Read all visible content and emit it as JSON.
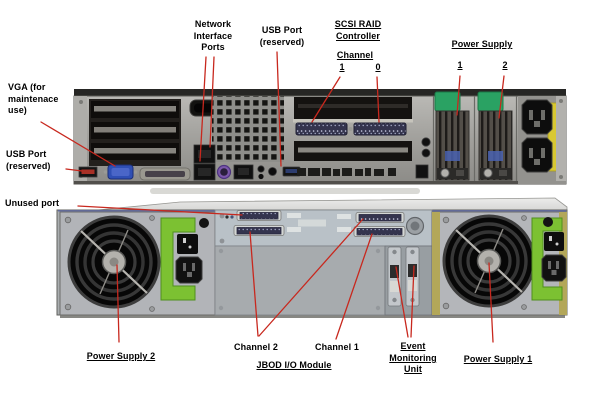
{
  "figure": {
    "type": "hardware-rear-panel-callout-diagram",
    "units": [
      "server-rear-panel",
      "jbod-enclosure-rear-panel"
    ]
  },
  "labels": {
    "network_interface_ports": "Network\nInterface\nPorts",
    "usb_port_reserved_top": "USB Port\n(reserved)",
    "scsi_raid_controller": "SCSI RAID\nController",
    "channel_word": "Channel",
    "channel_num_1": "1",
    "channel_num_0": "0",
    "power_supply": "Power Supply",
    "power_supply_num_1": "1",
    "power_supply_num_2": "2",
    "vga": "VGA (for\nmaintenace\nuse)",
    "usb_port_reserved_left": "USB Port\n(reserved)",
    "unused_port": "Unused port",
    "power_supply_2": "Power Supply 2",
    "channel_2": "Channel 2",
    "jbod_io_module": "JBOD I/O Module",
    "channel_1": "Channel 1",
    "event_monitoring_unit": "Event\nMonitoring\nUnit",
    "power_supply_1": "Power Supply 1"
  },
  "components": {
    "server_rear": [
      "expansion-slots",
      "usb-port",
      "vga-port",
      "parallel-connector",
      "serial-d-sub",
      "vent-grid",
      "network-ports",
      "ps2-port",
      "management-port",
      "usb-port-reserved",
      "scsi-raid-card",
      "channel-1-connector",
      "channel-0-connector",
      "power-supply-module-1",
      "power-supply-module-2",
      "ac-inlets",
      "yellow-strip"
    ],
    "jbod_rear": [
      "power-supply-2-fan",
      "release-lever",
      "power-switch",
      "ac-inlet",
      "io-module-connectors",
      "unused-port-connector",
      "channel-2-connector",
      "channel-1-connector",
      "event-monitoring-unit",
      "power-supply-1-fan",
      "thumbscrew"
    ]
  },
  "colors": {
    "background": "#ffffff",
    "label_text": "#000000",
    "callout_line": "#c8281e",
    "chassis_silver": "#a3a29e",
    "psu_clip_green": "#2aa263",
    "lever_green": "#7cc132",
    "accent_yellow": "#d8c832",
    "vga_blue": "#2f4fb4",
    "ps2_purple": "#7b57aa",
    "connector_navy": "#34344e"
  }
}
